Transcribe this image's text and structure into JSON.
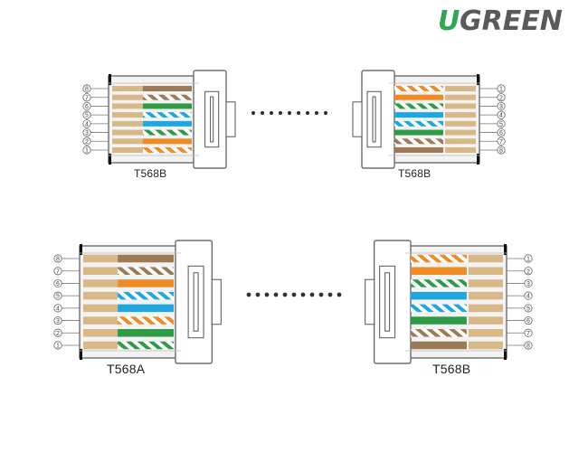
{
  "brand": {
    "name": "UGREEN",
    "first_letter": "U",
    "rest": "GREEN",
    "color": "#2fa84f",
    "dark_color": "#5a5a5a"
  },
  "colors": {
    "orange": "#f08a24",
    "green": "#2d9a46",
    "blue": "#1fa7e0",
    "brown": "#9b7a55",
    "tan": "#d8b886",
    "outline": "#555555"
  },
  "connectors": [
    {
      "id": "top-left",
      "label": "T568B",
      "pin_numbers": [
        "8",
        "7",
        "6",
        "5",
        "4",
        "3",
        "2",
        "1"
      ],
      "wires": [
        {
          "color": "brown",
          "striped": false
        },
        {
          "color": "brown",
          "striped": true
        },
        {
          "color": "green",
          "striped": false
        },
        {
          "color": "blue",
          "striped": true
        },
        {
          "color": "blue",
          "striped": false
        },
        {
          "color": "green",
          "striped": true
        },
        {
          "color": "orange",
          "striped": false
        },
        {
          "color": "orange",
          "striped": true
        }
      ]
    },
    {
      "id": "top-right",
      "label": "T568B",
      "pin_numbers": [
        "1",
        "2",
        "3",
        "4",
        "5",
        "6",
        "7",
        "8"
      ],
      "wires": [
        {
          "color": "orange",
          "striped": true
        },
        {
          "color": "orange",
          "striped": false
        },
        {
          "color": "green",
          "striped": true
        },
        {
          "color": "blue",
          "striped": false
        },
        {
          "color": "blue",
          "striped": true
        },
        {
          "color": "green",
          "striped": false
        },
        {
          "color": "brown",
          "striped": true
        },
        {
          "color": "brown",
          "striped": false
        }
      ]
    },
    {
      "id": "bottom-left",
      "label": "T568A",
      "pin_numbers": [
        "8",
        "7",
        "6",
        "5",
        "4",
        "3",
        "2",
        "1"
      ],
      "wires": [
        {
          "color": "brown",
          "striped": false
        },
        {
          "color": "brown",
          "striped": true
        },
        {
          "color": "orange",
          "striped": false
        },
        {
          "color": "blue",
          "striped": true
        },
        {
          "color": "blue",
          "striped": false
        },
        {
          "color": "orange",
          "striped": true
        },
        {
          "color": "green",
          "striped": false
        },
        {
          "color": "green",
          "striped": true
        }
      ]
    },
    {
      "id": "bottom-right",
      "label": "T568B",
      "pin_numbers": [
        "1",
        "2",
        "3",
        "4",
        "5",
        "6",
        "7",
        "8"
      ],
      "wires": [
        {
          "color": "orange",
          "striped": true
        },
        {
          "color": "orange",
          "striped": false
        },
        {
          "color": "green",
          "striped": true
        },
        {
          "color": "blue",
          "striped": false
        },
        {
          "color": "blue",
          "striped": true
        },
        {
          "color": "green",
          "striped": false
        },
        {
          "color": "brown",
          "striped": true
        },
        {
          "color": "brown",
          "striped": false
        }
      ]
    }
  ]
}
